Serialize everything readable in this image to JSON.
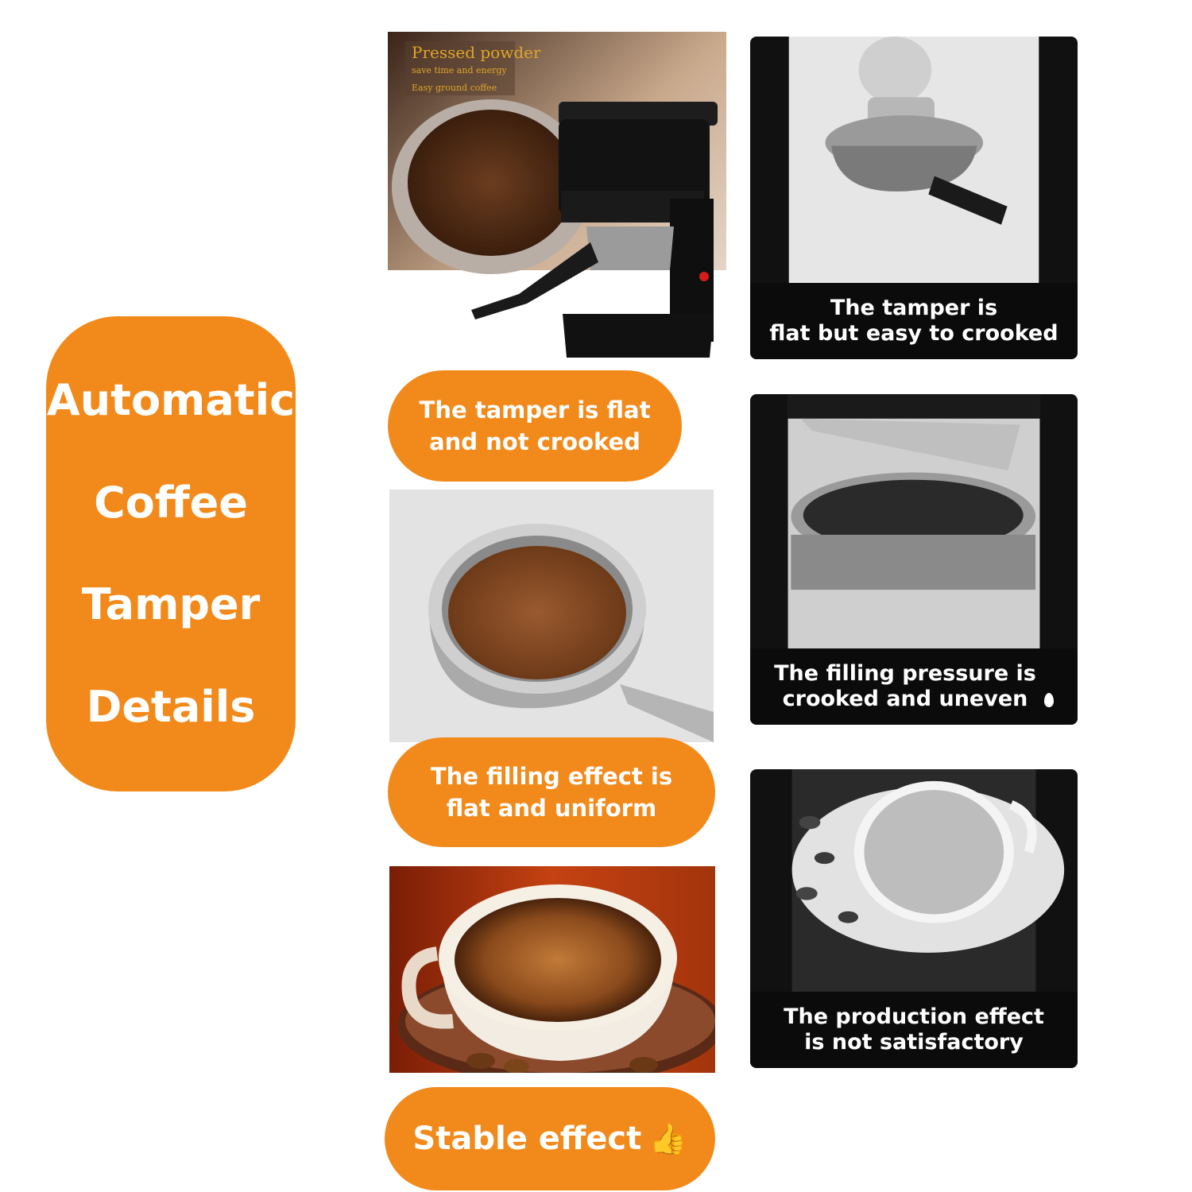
{
  "title": [
    "Automatic",
    "Coffee",
    "Tamper",
    "Details"
  ],
  "product_photo": {
    "overlay_title": "Pressed powder",
    "overlay_line1": "save time and energy",
    "overlay_line2": "Easy ground coffee"
  },
  "good_captions": {
    "tamper": "The tamper is flat\nand not crooked",
    "filling": "The filling effect is\nflat and uniform",
    "stable": "Stable effect"
  },
  "bad_captions": {
    "tamper": "The tamper is\nflat but easy to crooked",
    "filling": "The filling pressure is\ncrooked and uneven",
    "production": "The production effect\nis not satisfactory"
  },
  "icons": {
    "thumbs_up": "thumbs-up-icon",
    "drop": "drop-icon"
  },
  "colors": {
    "accent": "#f28a1b",
    "panel_dark": "#0b0b0b",
    "overlay_text": "#e0a62a"
  }
}
